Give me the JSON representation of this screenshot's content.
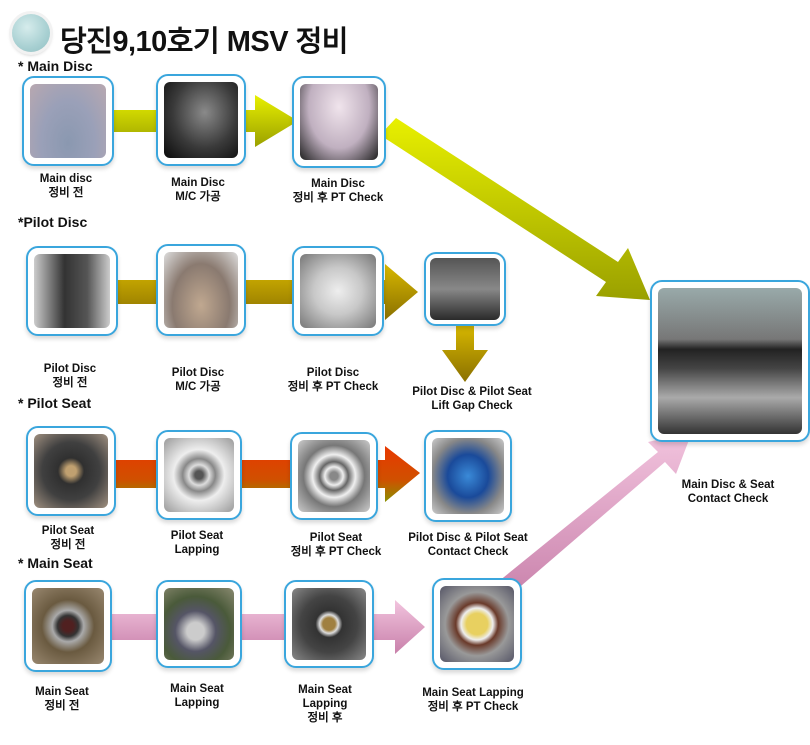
{
  "title": "당진9,10호기 MSV 정비",
  "sections": {
    "main_disc": "* Main Disc",
    "pilot_disc": "*Pilot Disc",
    "pilot_seat": "* Pilot Seat",
    "main_seat": "* Main Seat"
  },
  "steps": {
    "md1": [
      "Main disc",
      "정비 전"
    ],
    "md2": [
      "Main Disc",
      "M/C 가공"
    ],
    "md3": [
      "Main Disc",
      "정비 후 PT Check"
    ],
    "pd1": [
      "Pilot Disc",
      "정비 전"
    ],
    "pd2": [
      "Pilot Disc",
      "M/C 가공"
    ],
    "pd3": [
      "Pilot Disc",
      "정비 후 PT Check"
    ],
    "pd4": [
      "Pilot Disc & Pilot Seat",
      "Lift Gap Check"
    ],
    "ps1": [
      "Pilot Seat",
      "정비 전"
    ],
    "ps2": [
      "Pilot Seat",
      "Lapping"
    ],
    "ps3": [
      "Pilot Seat",
      "정비 후 PT Check"
    ],
    "ps4": [
      "Pilot Disc & Pilot Seat",
      "Contact Check"
    ],
    "ms1": [
      "Main Seat",
      "정비 전"
    ],
    "ms2": [
      "Main Seat",
      "Lapping"
    ],
    "ms3": [
      "Main Seat",
      "Lapping",
      "정비 후"
    ],
    "ms4": [
      "Main Seat  Lapping",
      "정비 후 PT Check"
    ],
    "final": [
      "Main Disc & Seat",
      "Contact Check"
    ]
  },
  "colors": {
    "frame": "#3aa6dd",
    "yellow": "#c8d400",
    "olive": "#b89a00",
    "red": "#e0400a",
    "pink": "#e6a0c8"
  }
}
